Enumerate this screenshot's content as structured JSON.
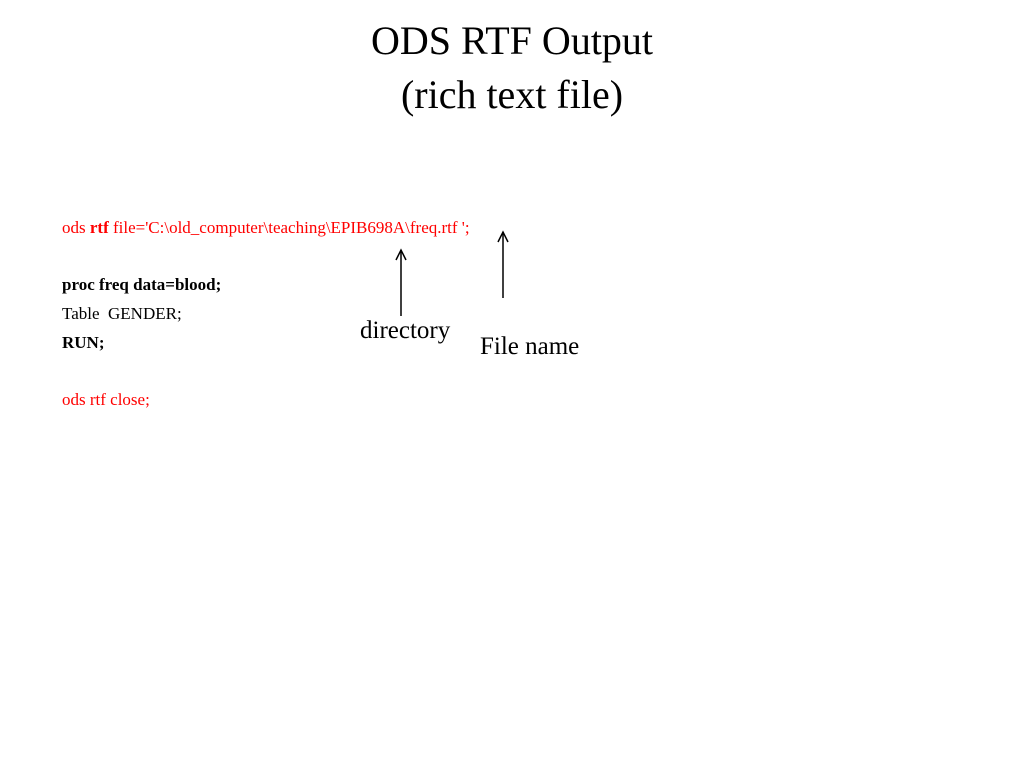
{
  "title": {
    "line1": "ODS RTF Output",
    "line2": "(rich text file)"
  },
  "code": {
    "ods_open_kw": "ods ",
    "ods_open_rtf": "rtf",
    "ods_open_rest": " file='C:\\old_computer\\teaching\\EPIB698A\\freq.rtf ';",
    "proc_line": "proc freq data=blood;",
    "table_line": "Table  GENDER;",
    "run_line": "RUN;",
    "close_line": "ods rtf close;"
  },
  "annotations": {
    "directory_label": "directory",
    "filename_label": "File name"
  },
  "colors": {
    "code_red": "#ff0000",
    "text": "#000000",
    "background": "#ffffff"
  }
}
